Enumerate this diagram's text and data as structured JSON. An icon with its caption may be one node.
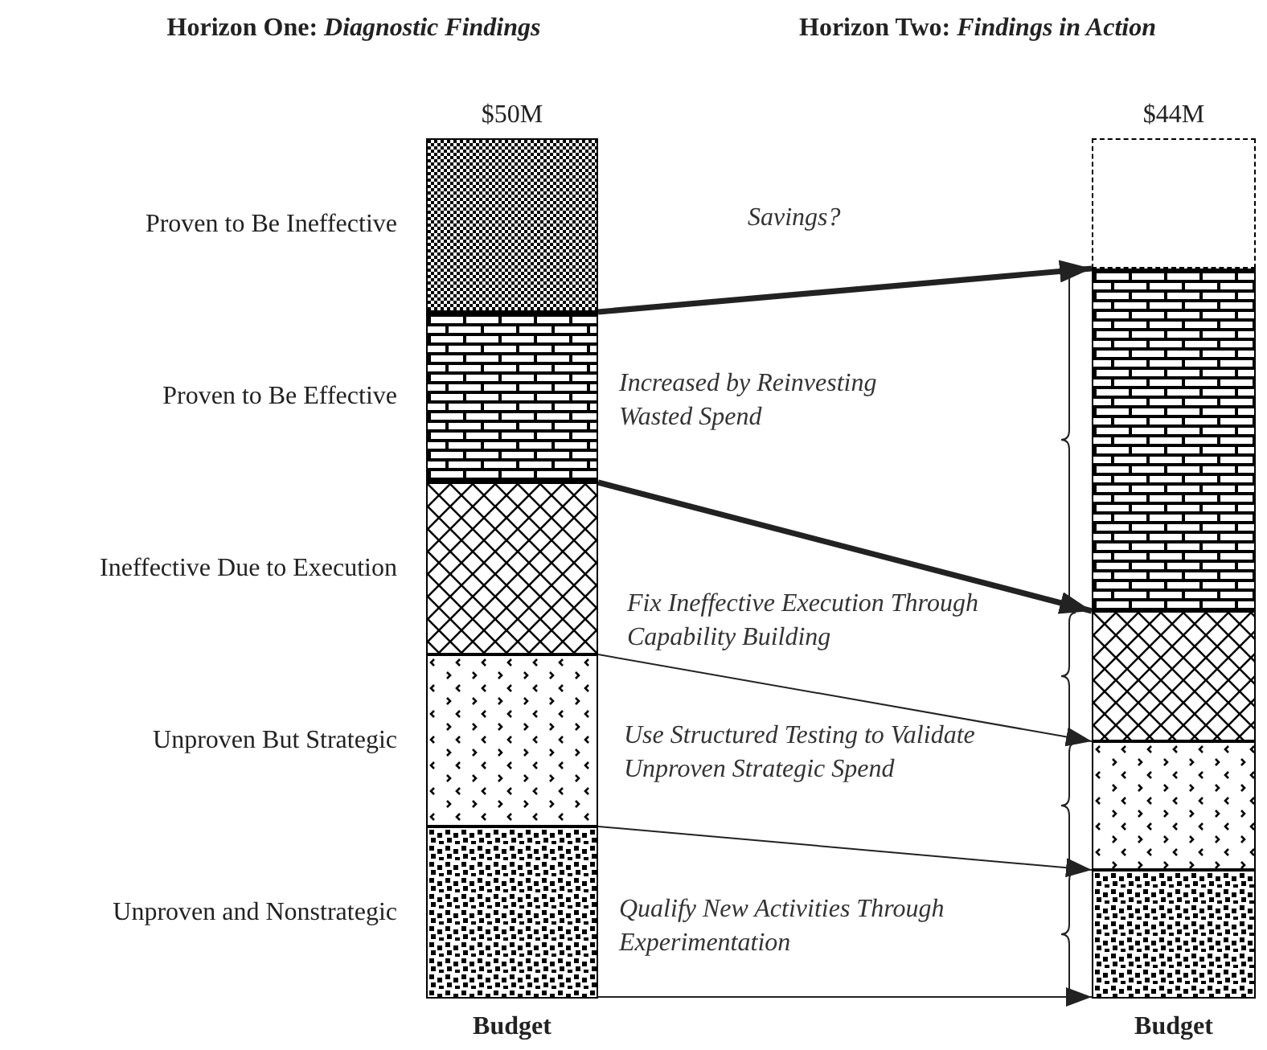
{
  "diagram": {
    "nodes": [
      {
        "text": [],
        "shape": "bar",
        "beside": [
          "$50M",
          "Budget"
        ]
      },
      {
        "text": [],
        "shape": "box",
        "in": 0,
        "beside": [
          "Proven to Be Ineffective"
        ]
      },
      {
        "text": [],
        "shape": "box",
        "in": 0,
        "beside": [
          "Proven to Be Effective"
        ]
      },
      {
        "text": [],
        "shape": "box",
        "in": 0,
        "beside": [
          "Ineffective Due to Execution"
        ]
      },
      {
        "text": [],
        "shape": "box",
        "in": 0,
        "beside": [
          "Unproven But Strategic"
        ]
      },
      {
        "text": [],
        "shape": "box",
        "in": 0,
        "beside": [
          "Unproven and Nonstrategic"
        ]
      },
      {
        "text": [],
        "shape": "bar",
        "beside": [
          "$44M",
          "Budget"
        ]
      },
      {
        "text": [],
        "shape": "box",
        "in": 6
      },
      {
        "text": [],
        "shape": "box",
        "in": 6
      },
      {
        "text": [],
        "shape": "box",
        "in": 6
      },
      {
        "text": [],
        "shape": "box",
        "in": 6
      },
      {
        "text": [],
        "shape": "box",
        "in": 6
      }
    ],
    "edges": [
      {
        "from": 2,
        "to": 8,
        "arrow": "to",
        "style": "thick"
      },
      {
        "from": 3,
        "to": 9,
        "arrow": "to",
        "style": "thick"
      },
      {
        "from": 4,
        "to": 10,
        "arrow": "to"
      },
      {
        "from": 5,
        "to": 11,
        "arrow": "to"
      },
      {
        "from": 0,
        "to": 6,
        "arrow": "to"
      }
    ],
    "labels": [
      "Horizon One: *Diagnostic Findings*",
      "Horizon Two: *Findings in Action*",
      "Savings?",
      "Increased by Reinvesting Wasted Spend",
      "Fix Ineffective Execution Through Capability Building",
      "Use Structured Testing to Validate Unproven Strategic Spend",
      "Qualify New Activities Through Experimentation"
    ]
  }
}
